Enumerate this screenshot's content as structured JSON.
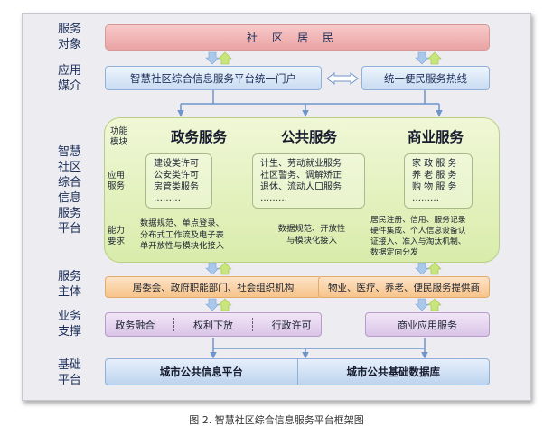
{
  "rows": {
    "service_objects": "服务\n对象",
    "application_media": "应用\n媒介",
    "platform": "智慧\n社区\n综合\n信息\n服务\n平台",
    "service_subjects": "服务\n主体",
    "business_support": "业务\n支撑",
    "foundation": "基础\n平台"
  },
  "residents": "社区居民",
  "portal": "智慧社区综合信息服务平台统一门户",
  "hotline": "统一便民服务热线",
  "platform": {
    "function_module_label": "功能\n模块",
    "application_service_label": "应用\n服务",
    "capability_label": "能力\n要求",
    "headers": [
      "政务服务",
      "公共服务",
      "商业服务"
    ],
    "gov_services": "建设类许可\n公安类许可\n房管类服务\n………",
    "public_services": "计生、劳动就业服务\n社区警务、调解矫正\n退休、流动人口服务\n………",
    "commercial_services": "家 政 服 务\n养 老 服 务\n购 物 服 务\n………",
    "capability_gov": "数据规范、单点登录、\n分布式工作流及电子表\n单开放性与模块化接入",
    "capability_public": "数据规范、开放性\n与模块化接入",
    "capability_commercial": "居民注册、信用、服务记录\n硬件集成、个人信息设备认\n证接入、准入与淘汰机制、\n数据定向分发"
  },
  "subjects": {
    "left": "居委会、政府职能部门、社会组织机构",
    "right": "物业、医疗、养老、便民服务提供商"
  },
  "support": {
    "items": [
      "政务融合",
      "权利下放",
      "行政许可"
    ],
    "right": "商业应用服务"
  },
  "foundation": {
    "left": "城市公共信息平台",
    "right": "城市公共基础数据库"
  },
  "caption": "图 2. 智慧社区综合信息服务平台框架图",
  "colors": {
    "residents": "#eaa3a3",
    "media": "#c9dcf2",
    "platform": "#d9ecab",
    "subjects": "#f7c48b",
    "support": "#dac4e7",
    "foundation": "#bcd3ee",
    "arrow_up": "#c8e67a",
    "arrow_down": "#a9c8ea",
    "connector": "#6e95c9"
  }
}
